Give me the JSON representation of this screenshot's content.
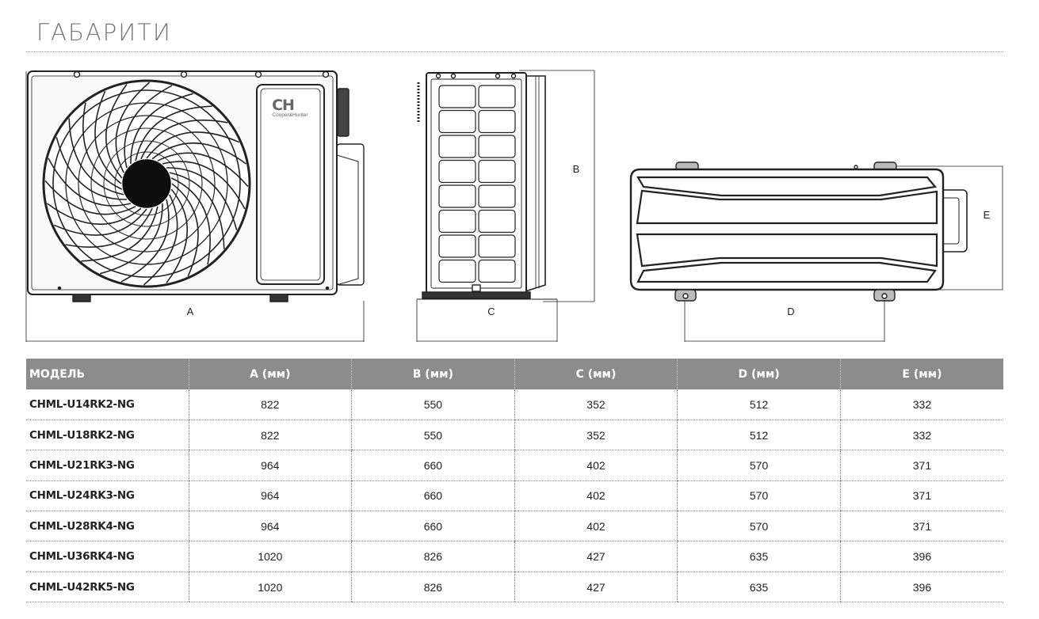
{
  "page_title": "ГАБАРИТИ",
  "drawing": {
    "logo_mark": "CH",
    "logo_text": "Cooper&Hunter",
    "labels": {
      "a": "A",
      "b": "B",
      "c": "C",
      "d": "D",
      "e": "E"
    }
  },
  "table": {
    "headers": [
      "МОДЕЛЬ",
      "A (мм)",
      "B (мм)",
      "C (мм)",
      "D (мм)",
      "E (мм)"
    ],
    "rows": [
      [
        "CHML-U14RK2-NG",
        "822",
        "550",
        "352",
        "512",
        "332"
      ],
      [
        "CHML-U18RK2-NG",
        "822",
        "550",
        "352",
        "512",
        "332"
      ],
      [
        "CHML-U21RK3-NG",
        "964",
        "660",
        "402",
        "570",
        "371"
      ],
      [
        "CHML-U24RK3-NG",
        "964",
        "660",
        "402",
        "570",
        "371"
      ],
      [
        "CHML-U28RK4-NG",
        "964",
        "660",
        "402",
        "570",
        "371"
      ],
      [
        "CHML-U36RK4-NG",
        "1020",
        "826",
        "427",
        "635",
        "396"
      ],
      [
        "CHML-U42RK5-NG",
        "1020",
        "826",
        "427",
        "635",
        "396"
      ]
    ]
  }
}
